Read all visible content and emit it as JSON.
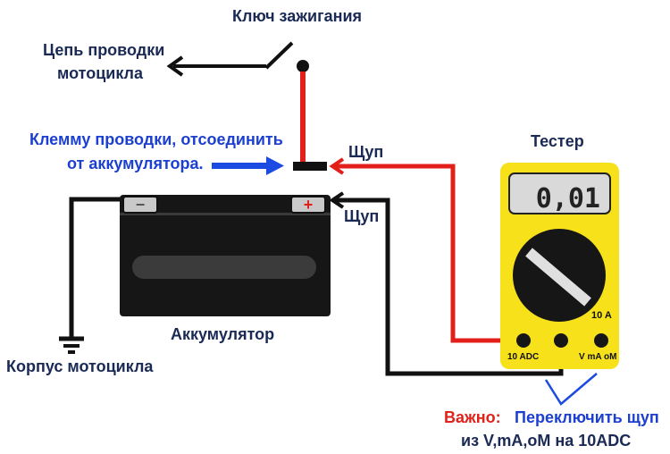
{
  "colors": {
    "wire_black": "#111111",
    "wire_red": "#e21f1a",
    "arrow_blue": "#1b4be0",
    "tester_yellow": "#f7e11a",
    "battery_body": "#161616",
    "label_dark": "#1a2a55",
    "label_blue": "#1b3fd0",
    "label_red": "#e0221a"
  },
  "labels": {
    "ignition_key": "Ключ зажигания",
    "wiring_circuit_line1": "Цепь проводки",
    "wiring_circuit_line2": "мотоцикла",
    "disconnect_line1": "Клемму проводки, отсоединить",
    "disconnect_line2": "от аккумулятора.",
    "probe_top": "Щуп",
    "probe_bottom": "Щуп",
    "tester": "Тестер",
    "battery": "Аккумулятор",
    "ground": "Корпус мотоцикла",
    "important_prefix": "Важно:",
    "important_line1": "Переключить щуп",
    "important_line2": "из V,mA,oM на 10ADC"
  },
  "battery": {
    "minus_symbol": "−",
    "plus_symbol": "+"
  },
  "tester": {
    "display_value": "0,01",
    "range_label": "10 A",
    "port_10adc": "10 ADC",
    "port_vmaom": "V mA oM"
  },
  "icons": {
    "ground": "ground-symbol-icon",
    "switch": "ignition-switch-icon",
    "arrow": "blue-arrow-icon"
  }
}
